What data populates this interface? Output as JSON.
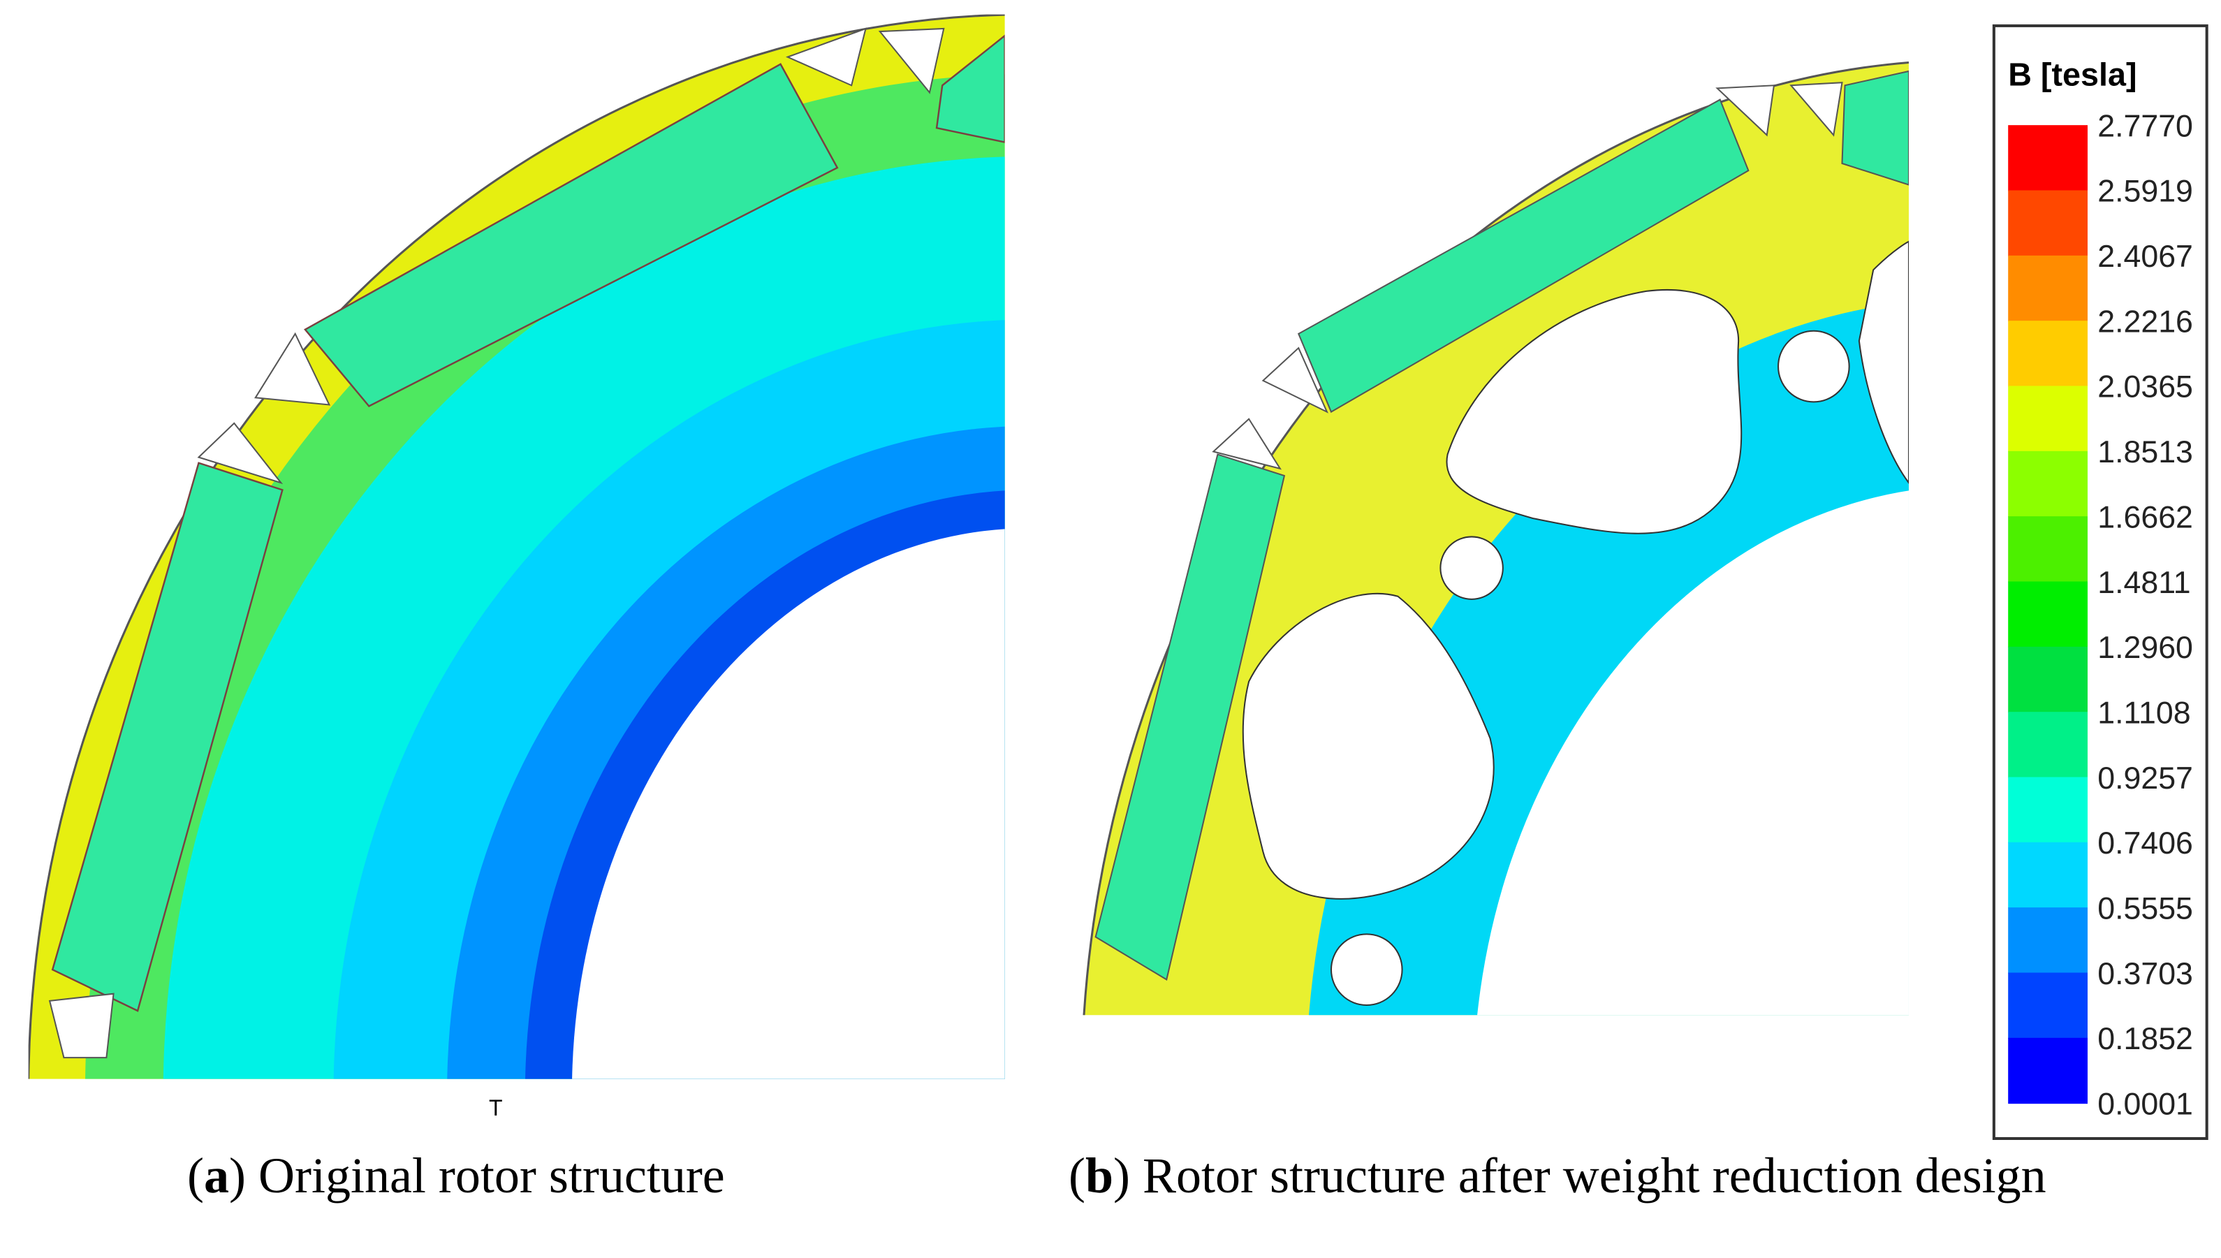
{
  "panels": [
    {
      "letter": "a",
      "caption": "Original rotor structure",
      "mark": "T"
    },
    {
      "letter": "b",
      "caption": "Rotor structure after weight reduction design"
    }
  ],
  "legend": {
    "title": "B [tesla]",
    "labels": [
      "2.7770",
      "2.5919",
      "2.4067",
      "2.2216",
      "2.0365",
      "1.8513",
      "1.6662",
      "1.4811",
      "1.2960",
      "1.1108",
      "0.9257",
      "0.7406",
      "0.5555",
      "0.3703",
      "0.1852",
      "0.0001"
    ],
    "colors": [
      "#ff0000",
      "#ff4800",
      "#ff8c00",
      "#ffcc00",
      "#dcff00",
      "#8cff00",
      "#4cf000",
      "#00ee00",
      "#00e040",
      "#00f088",
      "#00ffd8",
      "#00d8ff",
      "#0090ff",
      "#0044ff",
      "#0000ff"
    ]
  }
}
